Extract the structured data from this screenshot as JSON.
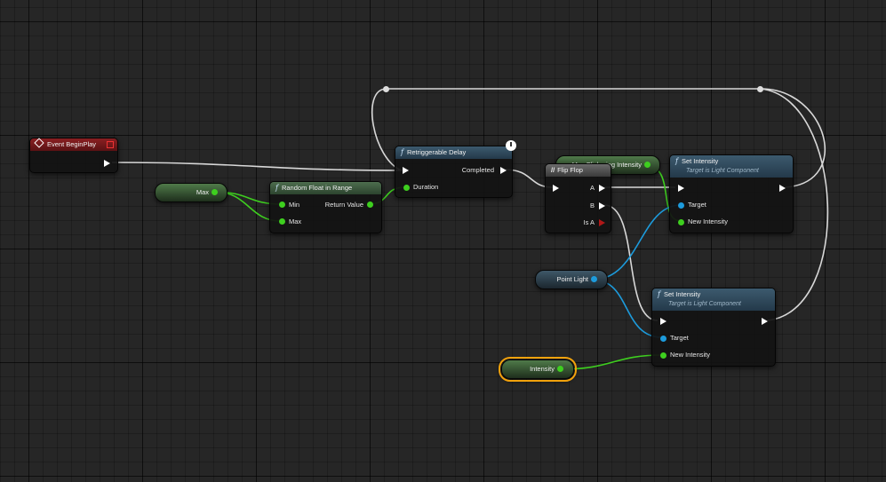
{
  "nodes": {
    "event_begin_play": {
      "title": "Event BeginPlay"
    },
    "retriggerable_delay": {
      "title": "Retriggerable Delay",
      "pin_completed": "Completed",
      "pin_duration": "Duration"
    },
    "random_float": {
      "title": "Random Float in Range",
      "pin_min": "Min",
      "pin_max": "Max",
      "pin_return": "Return Value"
    },
    "max_flickering": {
      "label": "Max Flickering Intensity"
    },
    "flip_flop": {
      "title": "Flip Flop",
      "pin_a": "A",
      "pin_b": "B",
      "pin_is_a": "Is A"
    },
    "set_intensity_1": {
      "title": "Set Intensity",
      "subtitle": "Target is Light Component",
      "pin_target": "Target",
      "pin_new_intensity": "New Intensity"
    },
    "set_intensity_2": {
      "title": "Set Intensity",
      "subtitle": "Target is Light Component",
      "pin_target": "Target",
      "pin_new_intensity": "New Intensity"
    }
  },
  "variables": {
    "max": "Max",
    "point_light": "Point Light",
    "intensity": "Intensity"
  },
  "colors": {
    "float_pin": "#3ecf1f",
    "object_pin": "#1d9bdc",
    "exec_wire": "#d8d8d8",
    "selection": "#f2a20c",
    "event_header": "#8a1f22",
    "function_header": "#2f4a5c"
  }
}
